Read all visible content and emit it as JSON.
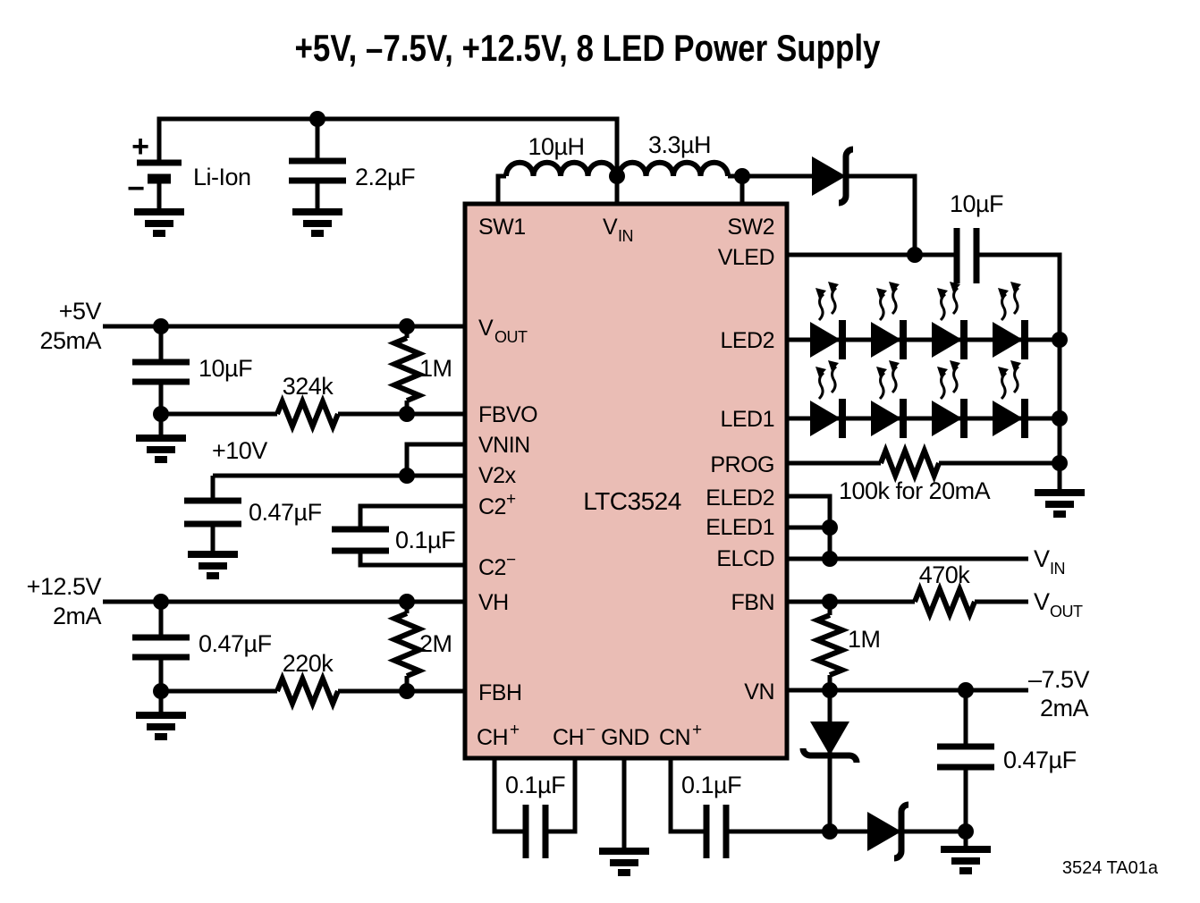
{
  "title": "+5V, –7.5V, +12.5V, 8 LED Power Supply",
  "footer": "3524 TA01a",
  "colors": {
    "ic_fill": "#eabdb5",
    "stroke": "#000000",
    "background": "#ffffff"
  },
  "ic": {
    "part": "LTC3524",
    "pins": {
      "sw1": "SW1",
      "vin": {
        "b": "V",
        "s": "IN"
      },
      "sw2": "SW2",
      "vled": "VLED",
      "vout": {
        "b": "V",
        "s": "OUT"
      },
      "fbvo": "FBVO",
      "vnin": "VNIN",
      "v2x": "V2x",
      "c2p": {
        "b": "C2",
        "s": "+"
      },
      "c2m": {
        "b": "C2",
        "s": "−"
      },
      "vh": "VH",
      "fbh": "FBH",
      "chp": {
        "b": "CH",
        "s": "+"
      },
      "chm": {
        "b": "CH",
        "s": "−"
      },
      "gnd": "GND",
      "cnp": {
        "b": "CN",
        "s": "+"
      },
      "led2": "LED2",
      "led1": "LED1",
      "prog": "PROG",
      "eled2": "ELED2",
      "eled1": "ELED1",
      "elcd": "ELCD",
      "fbn": "FBN",
      "vn": "VN"
    }
  },
  "source": {
    "battery_plus": "+",
    "battery_minus": "−",
    "battery_name": "Li-Ion",
    "input_cap": "2.2µF"
  },
  "inductors": {
    "l1": "10µH",
    "l2": "3.3µH"
  },
  "led_rail": {
    "cap": "10µF",
    "prog_resistor": "100k for 20mA"
  },
  "rail_5v": {
    "voltage": "+5V",
    "current": "25mA",
    "cap": "10µF",
    "r_feedback": "324k",
    "r_top": "1M"
  },
  "rail_10v": {
    "label": "+10V",
    "cap": "0.47µF"
  },
  "c2_cap": "0.1µF",
  "rail_12v": {
    "voltage": "+12.5V",
    "current": "2mA",
    "cap": "0.47µF",
    "r_feedback": "220k",
    "r_top": "2M"
  },
  "neg_rail": {
    "r_470k": "470k",
    "r_1m": "1M",
    "vin": {
      "b": "V",
      "s": "IN"
    },
    "vout": {
      "b": "V",
      "s": "OUT"
    },
    "voltage": "–7.5V",
    "current": "2mA",
    "cap": "0.47µF"
  },
  "charge_pumps": {
    "ch_cap": "0.1µF",
    "cn_cap": "0.1µF"
  }
}
